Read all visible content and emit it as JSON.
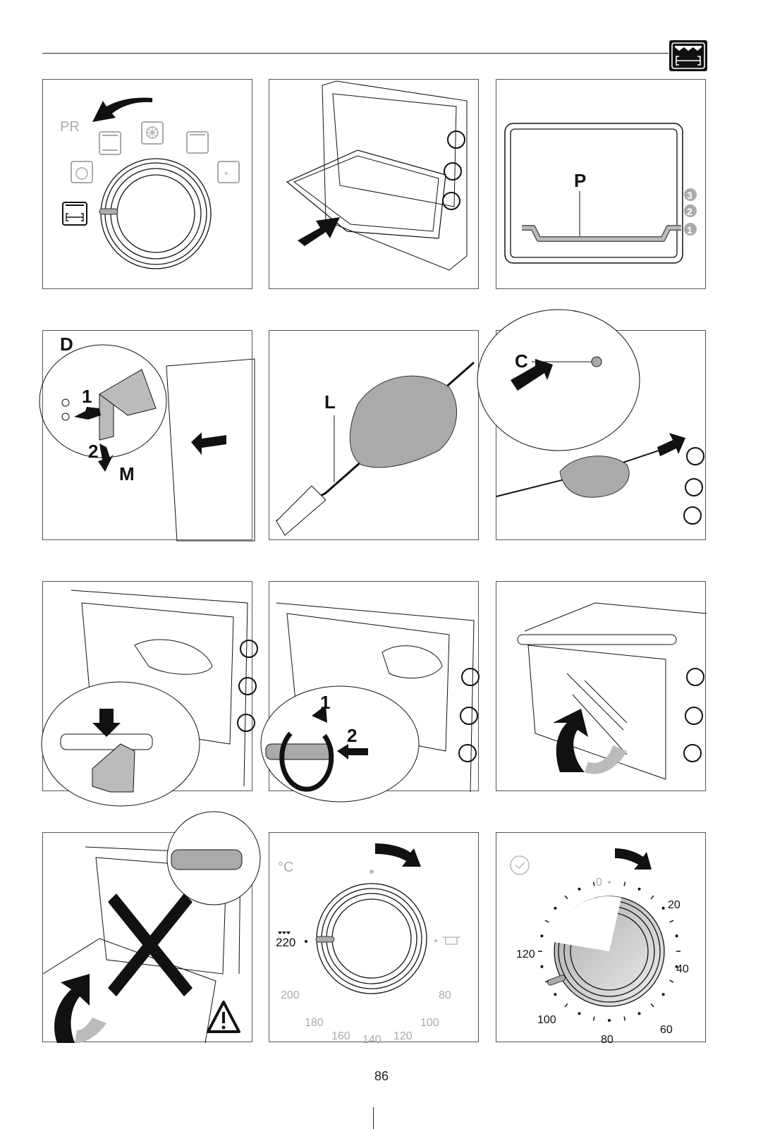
{
  "header": {
    "section_icon": "grill-rotisserie-mode-icon"
  },
  "panels": [
    {
      "id": "selector-dial",
      "icons": [
        "conventional-icon",
        "fan-icon",
        "top-heat-icon",
        "defrost-icon",
        "fan-grill-icon",
        "rotisserie-icon"
      ],
      "label_pr": "PR",
      "arrow": "counter-clockwise-arrow"
    },
    {
      "id": "insert-tray",
      "arrow": "push-in-arrow"
    },
    {
      "id": "shelf-positions",
      "label_p": "P",
      "levels": [
        "3",
        "2",
        "1"
      ],
      "selected_level": "1"
    },
    {
      "id": "fit-support",
      "label_d": "D",
      "label_m": "M",
      "step1": "1",
      "step2": "2"
    },
    {
      "id": "spit-chicken",
      "label_l": "L"
    },
    {
      "id": "insert-spit",
      "label_c": "C"
    },
    {
      "id": "rest-spit"
    },
    {
      "id": "remove-handle",
      "step1": "1",
      "step2": "2"
    },
    {
      "id": "close-door"
    },
    {
      "id": "door-warning",
      "warning": "warning-icon"
    },
    {
      "id": "thermostat-dial",
      "unit": "°C",
      "grill_value": "220",
      "scale": [
        "200",
        "180",
        "160",
        "140",
        "120",
        "100",
        "80"
      ],
      "keep_warm_icon": "pot-icon"
    },
    {
      "id": "timer-dial",
      "clock_icon": "clock-icon",
      "scale": [
        "0",
        "20",
        "40",
        "60",
        "80",
        "100",
        "120"
      ],
      "set_fraction": 0.27
    }
  ],
  "footer": {
    "page_number": "86"
  }
}
